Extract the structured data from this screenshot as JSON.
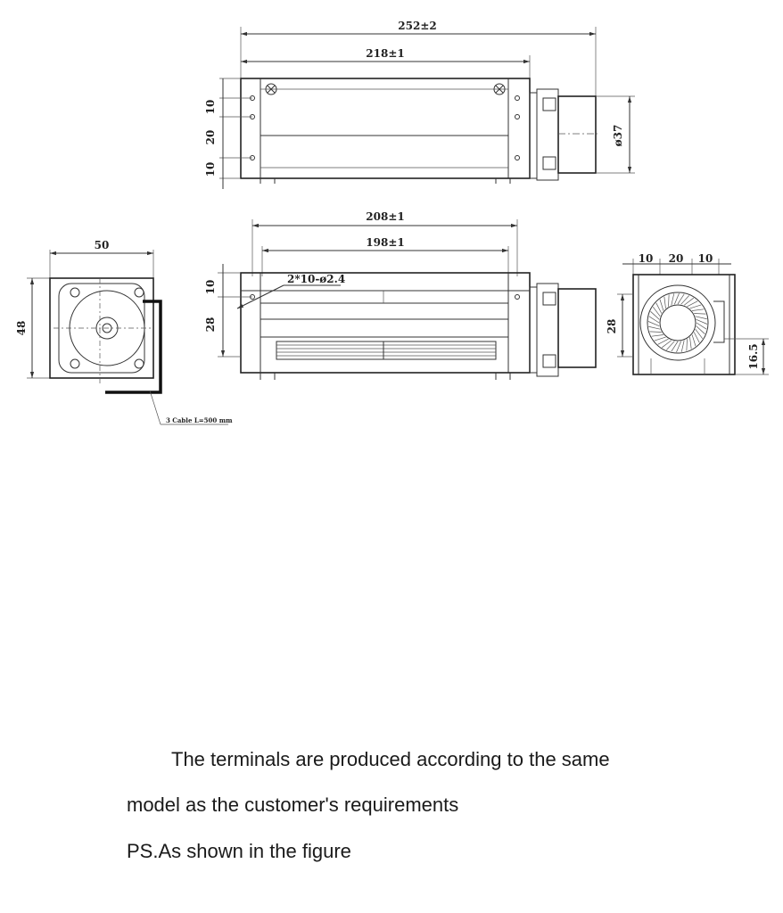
{
  "drawing": {
    "dims": {
      "overall_length": "252±2",
      "body_length": "218±1",
      "d_top_10a": "10",
      "d_top_20": "20",
      "d_top_10b": "10",
      "motor_dia": "ø37",
      "front_208": "208±1",
      "front_198": "198±1",
      "holes": "2*10-ø2.4",
      "front_10": "10",
      "front_28": "28",
      "left_50": "50",
      "left_48": "48",
      "right_10a": "10",
      "right_20": "20",
      "right_10b": "10",
      "right_28": "28",
      "right_16_5": "16.5"
    },
    "cable_note": "3 Cable L=500 mm"
  },
  "text": {
    "line1": "The terminals are produced according to the same",
    "line2": "model as the customer's requirements",
    "line3": "PS.As shown in the figure"
  }
}
